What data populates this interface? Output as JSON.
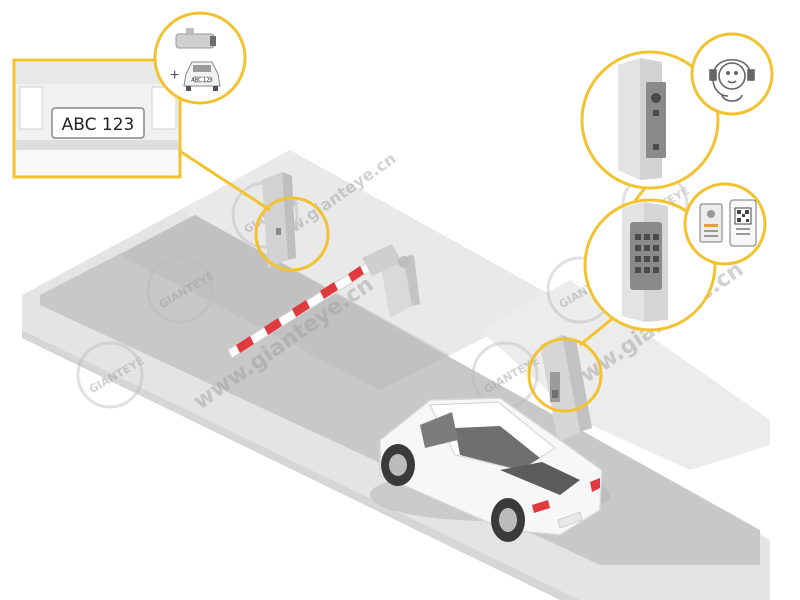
{
  "license_plate": {
    "text": "ABC 123"
  },
  "lpr_callout": {
    "plus_sign": "+"
  },
  "watermark": {
    "brand": "GIANTEYE",
    "url": "www.gianteye.cn"
  },
  "colors": {
    "callout_ring": "#f2c230",
    "barrier_red": "#e0393e",
    "road": "#c8c8c8",
    "sidewalk": "#e6e6e6",
    "car_body": "#ffffff",
    "device_gray": "#8a8a8a"
  },
  "icons": [
    "camera-icon",
    "car-icon",
    "intercom-icon",
    "operator-headset-icon",
    "keypad-icon",
    "id-card-icon",
    "qr-phone-icon",
    "barrier-gate-icon",
    "access-terminal-icon"
  ]
}
